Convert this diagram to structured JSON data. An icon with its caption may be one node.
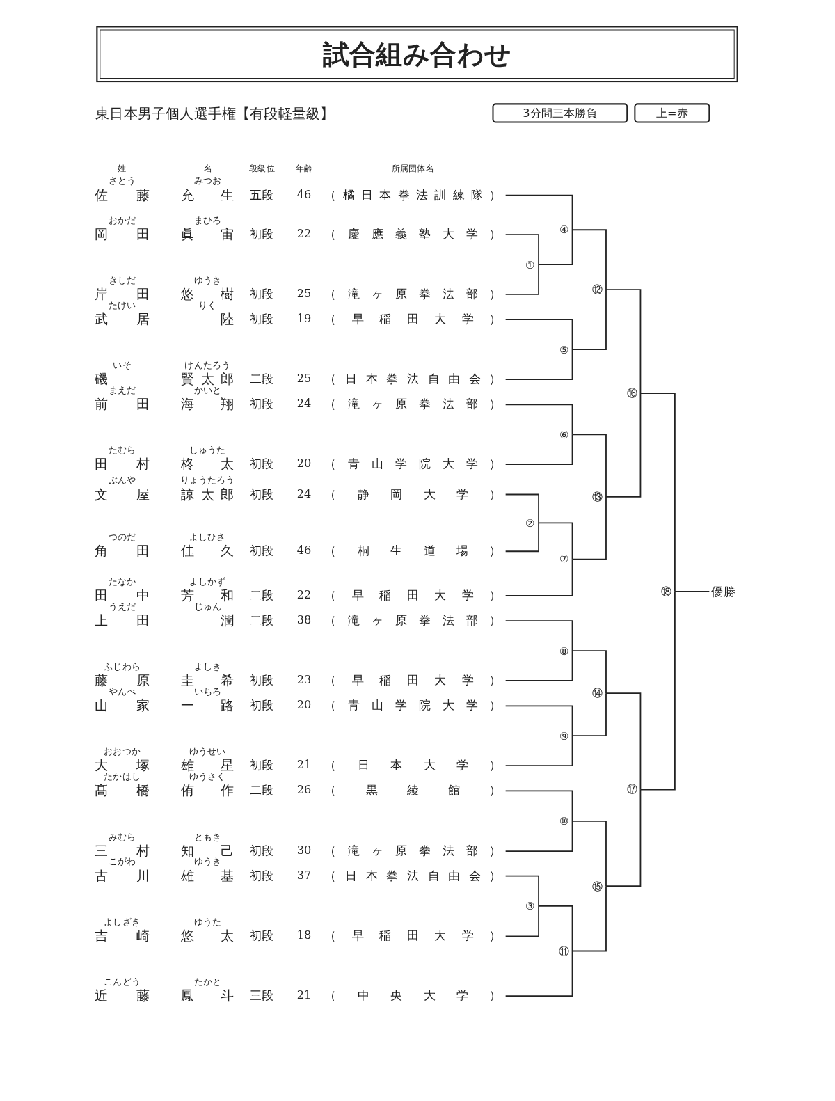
{
  "diagram": {
    "title": "試合組み合わせ",
    "nodes": [
      {
        "text": [
          "3分間三本勝負"
        ]
      },
      {
        "text": [
          "上=赤"
        ]
      },
      {
        "text": [
          "佐藤",
          "さとう",
          "充生",
          "みつお",
          "五段",
          "46",
          "（橘日本拳法訓練隊）"
        ]
      },
      {
        "text": [
          "岡田",
          "おかだ",
          "眞宙",
          "まひろ",
          "初段",
          "22",
          "（慶應義塾大学）"
        ]
      },
      {
        "text": [
          "岸田",
          "きしだ",
          "悠樹",
          "ゆうき",
          "初段",
          "25",
          "（滝ヶ原拳法部）"
        ]
      },
      {
        "text": [
          "武居",
          "たけい",
          "陸",
          "りく",
          "初段",
          "19",
          "（早稲田大学）"
        ]
      },
      {
        "text": [
          "磯",
          "いそ",
          "賢太郎",
          "けんたろう",
          "二段",
          "25",
          "（日本拳法自由会）"
        ]
      },
      {
        "text": [
          "前田",
          "まえだ",
          "海翔",
          "かいと",
          "初段",
          "24",
          "（滝ヶ原拳法部）"
        ]
      },
      {
        "text": [
          "田村",
          "たむら",
          "柊太",
          "しゅうた",
          "初段",
          "20",
          "（青山学院大学）"
        ]
      },
      {
        "text": [
          "文屋",
          "ぶんや",
          "諒太郎",
          "りょうたろう",
          "初段",
          "24",
          "（静岡大学）"
        ]
      },
      {
        "text": [
          "角田",
          "つのだ",
          "佳久",
          "よしひさ",
          "初段",
          "46",
          "（桐生道場）"
        ]
      },
      {
        "text": [
          "田中",
          "たなか",
          "芳和",
          "よしかず",
          "二段",
          "22",
          "（早稲田大学）"
        ]
      },
      {
        "text": [
          "上田",
          "うえだ",
          "潤",
          "じゅん",
          "二段",
          "38",
          "（滝ヶ原拳法部）"
        ]
      },
      {
        "text": [
          "藤原",
          "ふじわら",
          "圭希",
          "よしき",
          "初段",
          "23",
          "（早稲田大学）"
        ]
      },
      {
        "text": [
          "山家",
          "やんべ",
          "一路",
          "いちろ",
          "初段",
          "20",
          "（青山学院大学）"
        ]
      },
      {
        "text": [
          "大塚",
          "おおつか",
          "雄星",
          "ゆうせい",
          "初段",
          "21",
          "（日本大学）"
        ]
      },
      {
        "text": [
          "髙橋",
          "たかはし",
          "侑作",
          "ゆうさく",
          "二段",
          "26",
          "（黒綾館）"
        ]
      },
      {
        "text": [
          "三村",
          "みむら",
          "知己",
          "ともき",
          "初段",
          "30",
          "（滝ヶ原拳法部）"
        ]
      },
      {
        "text": [
          "古川",
          "こがわ",
          "雄基",
          "ゆうき",
          "初段",
          "37",
          "（日本拳法自由会）"
        ]
      },
      {
        "text": [
          "吉崎",
          "よしざき",
          "悠太",
          "ゆうた",
          "初段",
          "18",
          "（早稲田大学）"
        ]
      },
      {
        "text": [
          "近藤",
          "こんどう",
          "鳳斗",
          "たかと",
          "三段",
          "21",
          "（中央大学）"
        ]
      },
      {
        "text": [
          "①"
        ]
      },
      {
        "text": [
          "②"
        ]
      },
      {
        "text": [
          "③"
        ]
      },
      {
        "text": [
          "④"
        ]
      },
      {
        "text": [
          "⑤"
        ]
      },
      {
        "text": [
          "⑥"
        ]
      },
      {
        "text": [
          "⑦"
        ]
      },
      {
        "text": [
          "⑧"
        ]
      },
      {
        "text": [
          "⑨"
        ]
      },
      {
        "text": [
          "⑩"
        ]
      },
      {
        "text": [
          "⑪"
        ]
      },
      {
        "text": [
          "⑫"
        ]
      },
      {
        "text": [
          "⑬"
        ]
      },
      {
        "text": [
          "⑭"
        ]
      },
      {
        "text": [
          "⑮"
        ]
      },
      {
        "text": [
          "⑯"
        ]
      },
      {
        "text": [
          "⑰"
        ]
      },
      {
        "text": [
          "⑱"
        ]
      },
      {
        "text": [
          "優勝"
        ]
      }
    ],
    "edges": [
      {
        "from": 3,
        "to": 21,
        "arrow": "none"
      },
      {
        "from": 4,
        "to": 21,
        "arrow": "none"
      },
      {
        "from": 9,
        "to": 22,
        "arrow": "none"
      },
      {
        "from": 10,
        "to": 22,
        "arrow": "none"
      },
      {
        "from": 18,
        "to": 23,
        "arrow": "none"
      },
      {
        "from": 19,
        "to": 23,
        "arrow": "none"
      },
      {
        "from": 2,
        "to": 24,
        "arrow": "none"
      },
      {
        "from": 21,
        "to": 24,
        "arrow": "none"
      },
      {
        "from": 5,
        "to": 25,
        "arrow": "none"
      },
      {
        "from": 6,
        "to": 25,
        "arrow": "none"
      },
      {
        "from": 7,
        "to": 26,
        "arrow": "none"
      },
      {
        "from": 8,
        "to": 26,
        "arrow": "none"
      },
      {
        "from": 22,
        "to": 27,
        "arrow": "none"
      },
      {
        "from": 11,
        "to": 27,
        "arrow": "none"
      },
      {
        "from": 12,
        "to": 28,
        "arrow": "none"
      },
      {
        "from": 13,
        "to": 28,
        "arrow": "none"
      },
      {
        "from": 14,
        "to": 29,
        "arrow": "none"
      },
      {
        "from": 15,
        "to": 29,
        "arrow": "none"
      },
      {
        "from": 16,
        "to": 30,
        "arrow": "none"
      },
      {
        "from": 17,
        "to": 30,
        "arrow": "none"
      },
      {
        "from": 23,
        "to": 31,
        "arrow": "none"
      },
      {
        "from": 20,
        "to": 31,
        "arrow": "none"
      },
      {
        "from": 24,
        "to": 32,
        "arrow": "none"
      },
      {
        "from": 25,
        "to": 32,
        "arrow": "none"
      },
      {
        "from": 26,
        "to": 33,
        "arrow": "none"
      },
      {
        "from": 27,
        "to": 33,
        "arrow": "none"
      },
      {
        "from": 28,
        "to": 34,
        "arrow": "none"
      },
      {
        "from": 29,
        "to": 34,
        "arrow": "none"
      },
      {
        "from": 30,
        "to": 35,
        "arrow": "none"
      },
      {
        "from": 31,
        "to": 35,
        "arrow": "none"
      },
      {
        "from": 32,
        "to": 36,
        "arrow": "none"
      },
      {
        "from": 33,
        "to": 36,
        "arrow": "none"
      },
      {
        "from": 34,
        "to": 37,
        "arrow": "none"
      },
      {
        "from": 35,
        "to": 37,
        "arrow": "none"
      },
      {
        "from": 36,
        "to": 38,
        "arrow": "none"
      },
      {
        "from": 37,
        "to": 38,
        "arrow": "none"
      },
      {
        "from": 38,
        "to": 39,
        "arrow": "none"
      }
    ],
    "labels": [
      "東日本男子個人選手権【有段軽量級】",
      "姓",
      "名",
      "段級位",
      "年齢",
      "所属団体名"
    ]
  }
}
